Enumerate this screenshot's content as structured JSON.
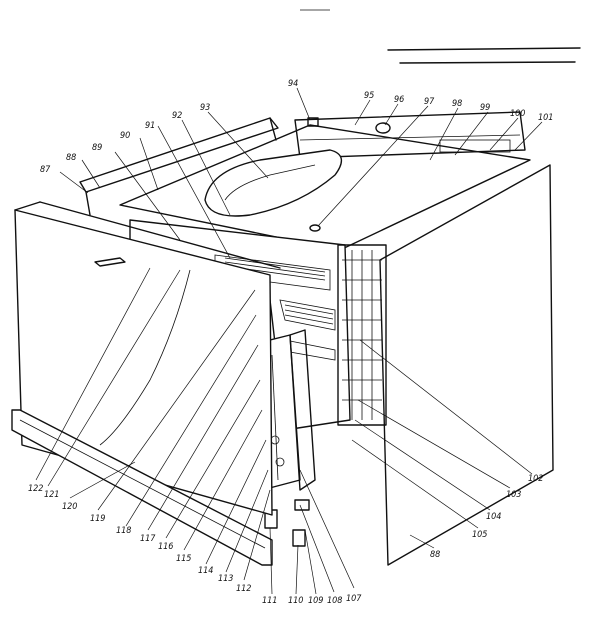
{
  "diagram": {
    "callouts": [
      "87",
      "88",
      "89",
      "90",
      "91",
      "92",
      "93",
      "94",
      "95",
      "96",
      "97",
      "98",
      "99",
      "100",
      "101",
      "102",
      "103",
      "104",
      "105",
      "88",
      "107",
      "108",
      "109",
      "110",
      "111",
      "112",
      "113",
      "114",
      "115",
      "116",
      "117",
      "118",
      "119",
      "120",
      "121",
      "122"
    ]
  }
}
